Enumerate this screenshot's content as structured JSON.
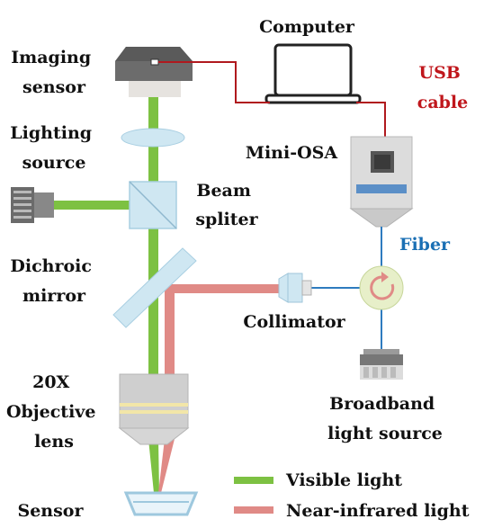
{
  "labels": {
    "imaging_sensor": [
      "Imaging",
      "sensor"
    ],
    "lighting_source": [
      "Lighting",
      "source"
    ],
    "beam_splitter": [
      "Beam",
      "spliter"
    ],
    "dichroic_mirror": [
      "Dichroic",
      "mirror"
    ],
    "objective_lens": [
      "20X",
      "Objective",
      "lens"
    ],
    "sensor": "Sensor",
    "computer": "Computer",
    "usb_cable": [
      "USB",
      "cable"
    ],
    "mini_osa": "Mini-OSA",
    "fiber": "Fiber",
    "collimator": "Collimator",
    "broadband_source": [
      "Broadband",
      "light source"
    ]
  },
  "legend": {
    "visible": "Visible light",
    "nir": "Near-infrared light"
  },
  "colors": {
    "visible": "#7dc142",
    "nir": "#e08a86",
    "usb": "#b0191e",
    "fiber": "#2e7bbf",
    "label_red": "#c0171c",
    "label_blue": "#1a6fb4",
    "component_fill": "#cfe7f2",
    "component_stroke": "#a9cfe2"
  }
}
